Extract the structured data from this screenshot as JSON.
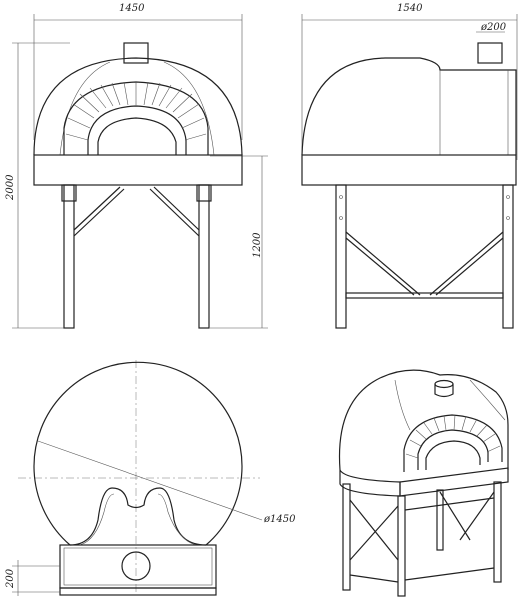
{
  "drawing": {
    "front_view": {
      "width_label": "1450",
      "height_label": "2000",
      "leg_height_label": "1200"
    },
    "side_view": {
      "depth_label": "1540",
      "chimney_label": "ø200"
    },
    "plan_view": {
      "diameter_label": "ø1450",
      "offset_label": "200"
    },
    "iso_view": {}
  }
}
